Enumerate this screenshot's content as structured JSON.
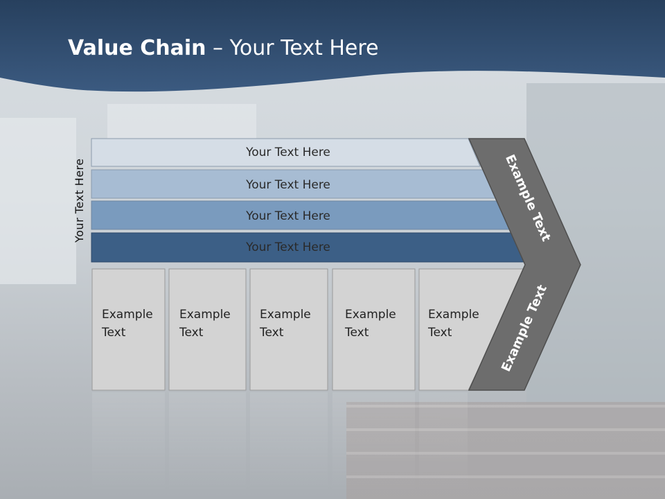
{
  "title": {
    "bold": "Value Chain",
    "rest": " – Your Text Here"
  },
  "side_label": "Your Text Here",
  "bars": [
    {
      "label": "Your Text Here",
      "color": "#d5dde6"
    },
    {
      "label": "Your Text Here",
      "color": "#a7bcd3"
    },
    {
      "label": "Your Text Here",
      "color": "#7a9bbe"
    },
    {
      "label": "Your Text Here",
      "color": "#3c5f86"
    }
  ],
  "boxes": [
    {
      "line1": "Example",
      "line2": "Text"
    },
    {
      "line1": "Example",
      "line2": "Text"
    },
    {
      "line1": "Example",
      "line2": "Text"
    },
    {
      "line1": "Example",
      "line2": "Text"
    },
    {
      "line1": "Example",
      "line2": "Text"
    }
  ],
  "chevron": {
    "upper_label": "Example Text",
    "lower_label": "Example Text",
    "color": "#6d6d6d"
  },
  "colors": {
    "header": "#2f4a6b",
    "box_fill": "#d3d3d3"
  }
}
